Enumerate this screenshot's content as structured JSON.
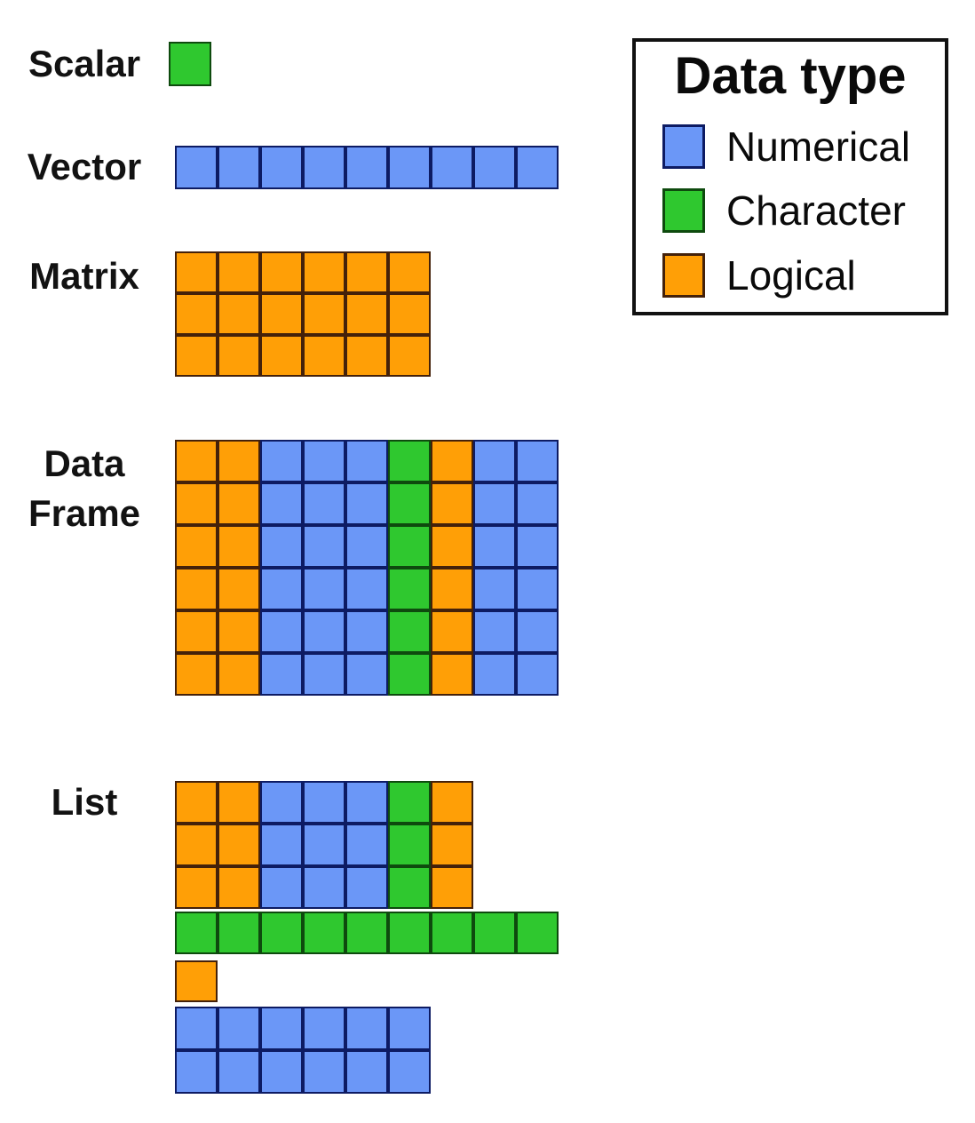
{
  "colors": {
    "numerical": "#6b97f7",
    "character": "#2fc82f",
    "logical": "#ff9f06",
    "numerical_border": "#0d1b63",
    "character_border": "#0e4a0e",
    "logical_border": "#44210a"
  },
  "legend": {
    "title": "Data type",
    "items": [
      {
        "label": "Numerical",
        "type": "numerical"
      },
      {
        "label": "Character",
        "type": "character"
      },
      {
        "label": "Logical",
        "type": "logical"
      }
    ]
  },
  "structures": [
    {
      "label": "Scalar",
      "grids": [
        {
          "id": "scalar",
          "rows": [
            [
              "C"
            ]
          ]
        }
      ]
    },
    {
      "label": "Vector",
      "grids": [
        {
          "id": "vector",
          "rows": [
            [
              "N",
              "N",
              "N",
              "N",
              "N",
              "N",
              "N",
              "N",
              "N"
            ]
          ]
        }
      ]
    },
    {
      "label": "Matrix",
      "grids": [
        {
          "id": "matrix",
          "rows": [
            [
              "L",
              "L",
              "L",
              "L",
              "L",
              "L"
            ],
            [
              "L",
              "L",
              "L",
              "L",
              "L",
              "L"
            ],
            [
              "L",
              "L",
              "L",
              "L",
              "L",
              "L"
            ]
          ]
        }
      ]
    },
    {
      "label": "Data Frame",
      "grids": [
        {
          "id": "dataframe",
          "rows": [
            [
              "L",
              "L",
              "N",
              "N",
              "N",
              "C",
              "L",
              "N",
              "N"
            ],
            [
              "L",
              "L",
              "N",
              "N",
              "N",
              "C",
              "L",
              "N",
              "N"
            ],
            [
              "L",
              "L",
              "N",
              "N",
              "N",
              "C",
              "L",
              "N",
              "N"
            ],
            [
              "L",
              "L",
              "N",
              "N",
              "N",
              "C",
              "L",
              "N",
              "N"
            ],
            [
              "L",
              "L",
              "N",
              "N",
              "N",
              "C",
              "L",
              "N",
              "N"
            ],
            [
              "L",
              "L",
              "N",
              "N",
              "N",
              "C",
              "L",
              "N",
              "N"
            ]
          ]
        }
      ]
    },
    {
      "label": "List",
      "grids": [
        {
          "id": "list-data-frame-element",
          "rows": [
            [
              "L",
              "L",
              "N",
              "N",
              "N",
              "C",
              "L"
            ],
            [
              "L",
              "L",
              "N",
              "N",
              "N",
              "C",
              "L"
            ],
            [
              "L",
              "L",
              "N",
              "N",
              "N",
              "C",
              "L"
            ]
          ]
        },
        {
          "id": "list-character-vector-element",
          "rows": [
            [
              "C",
              "C",
              "C",
              "C",
              "C",
              "C",
              "C",
              "C",
              "C"
            ]
          ]
        },
        {
          "id": "list-scalar-element",
          "rows": [
            [
              "L"
            ]
          ]
        },
        {
          "id": "list-numerical-matrix-element",
          "rows": [
            [
              "N",
              "N",
              "N",
              "N",
              "N",
              "N"
            ],
            [
              "N",
              "N",
              "N",
              "N",
              "N",
              "N"
            ]
          ]
        }
      ]
    }
  ]
}
